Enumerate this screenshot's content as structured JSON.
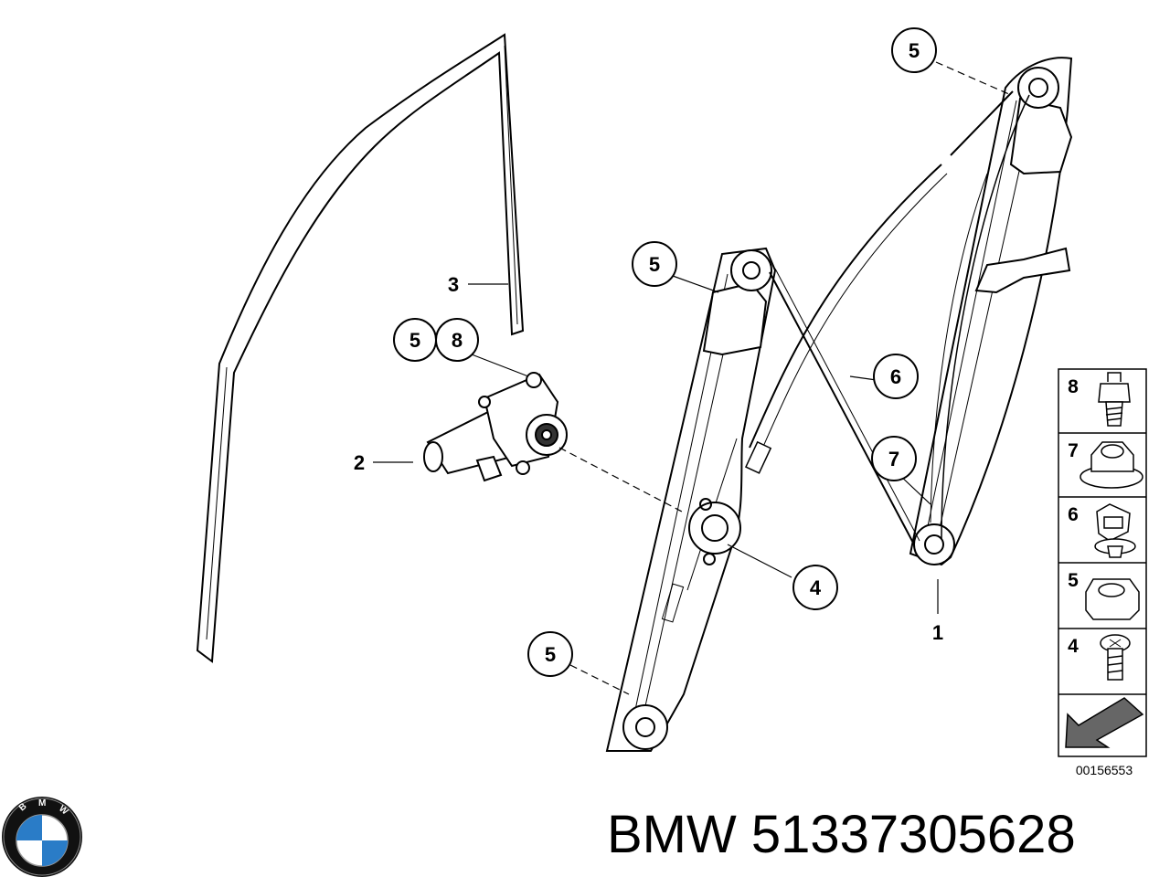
{
  "diagram_number": "00156553",
  "brand": "BMW",
  "part_number": "51337305628",
  "logo": {
    "letters": [
      "B",
      "M",
      "W"
    ],
    "colors": {
      "blue": "#2a7cc7",
      "white": "#ffffff",
      "black": "#111111"
    }
  },
  "callouts": {
    "guide_rail": "1",
    "motor": "2",
    "window_channel": "3",
    "pivot_screw": "4",
    "nut_top_right": "5",
    "nut_mid_left": "5",
    "nut_motor": "5",
    "nut_bottom": "5",
    "clip": "6",
    "hex_nut_collar": "7",
    "stud_motor": "8"
  },
  "legend": {
    "items": [
      {
        "num": "8",
        "icon": "stud-bolt-icon"
      },
      {
        "num": "7",
        "icon": "collar-nut-icon"
      },
      {
        "num": "6",
        "icon": "cable-clip-icon"
      },
      {
        "num": "5",
        "icon": "hex-nut-icon"
      },
      {
        "num": "4",
        "icon": "screw-icon"
      }
    ],
    "last_icon": "exploded-arrow-icon"
  }
}
